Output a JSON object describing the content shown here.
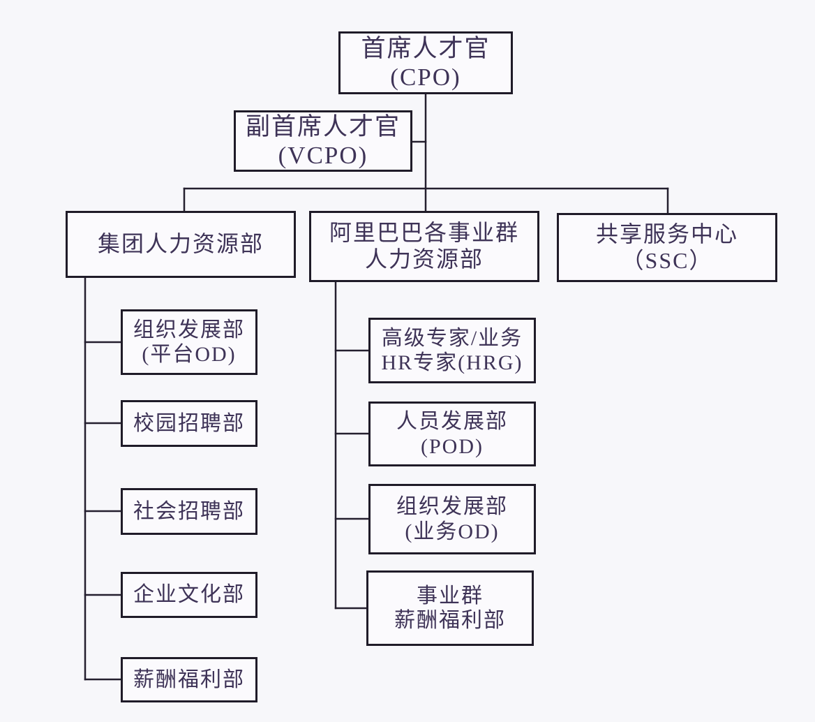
{
  "colors": {
    "background": "#f7f7fa",
    "box_fill": "#fbfafd",
    "border_and_lines": "#1f1b28",
    "text": "#3e3357"
  },
  "nodes": {
    "cpo": {
      "lines": [
        "首席人才官",
        "(CPO)"
      ]
    },
    "vcpo": {
      "lines": [
        "副首席人才官",
        "(VCPO)"
      ]
    },
    "group_hr": {
      "lines": [
        "集团人力资源部"
      ]
    },
    "bu_hr": {
      "lines": [
        "阿里巴巴各事业群",
        "人力资源部"
      ]
    },
    "ssc": {
      "lines": [
        "共享服务中心",
        "（SSC）"
      ]
    },
    "od_platform": {
      "lines": [
        "组织发展部",
        "(平台OD)"
      ]
    },
    "campus_recruiting": {
      "lines": [
        "校园招聘部"
      ]
    },
    "social_recruiting": {
      "lines": [
        "社会招聘部"
      ]
    },
    "corporate_culture": {
      "lines": [
        "企业文化部"
      ]
    },
    "comp_benefits": {
      "lines": [
        "薪酬福利部"
      ]
    },
    "hrg": {
      "lines": [
        "高级专家/业务",
        "HR专家(HRG)"
      ]
    },
    "pod": {
      "lines": [
        "人员发展部",
        "(POD)"
      ]
    },
    "od_business": {
      "lines": [
        "组织发展部",
        "(业务OD)"
      ]
    },
    "bg_comp_benefits": {
      "lines": [
        "事业群",
        "薪酬福利部"
      ]
    }
  }
}
